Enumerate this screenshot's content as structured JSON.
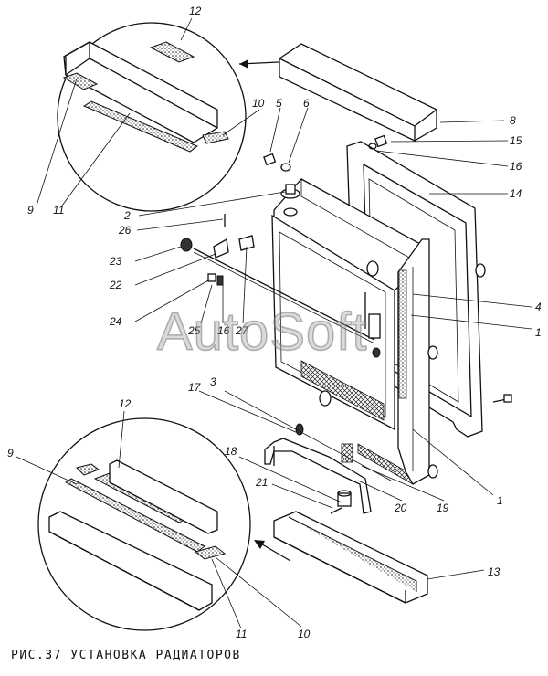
{
  "caption": "РИС.37 УСТАНОВКА РАДИАТОРОВ",
  "watermark": "AutoSoft",
  "labels": {
    "l1a": "1",
    "l1b": "1",
    "l2": "2",
    "l3": "3",
    "l4": "4",
    "l5": "5",
    "l6": "6",
    "l8": "8",
    "l9a": "9",
    "l9b": "9",
    "l10a": "10",
    "l10b": "10",
    "l11a": "11",
    "l11b": "11",
    "l12a": "12",
    "l12b": "12",
    "l13": "13",
    "l14": "14",
    "l15": "15",
    "l16a": "16",
    "l16b": "16",
    "l17": "17",
    "l18": "18",
    "l19": "19",
    "l20": "20",
    "l21": "21",
    "l22": "22",
    "l23": "23",
    "l24": "24",
    "l25": "25",
    "l26": "26",
    "l27": "27"
  }
}
